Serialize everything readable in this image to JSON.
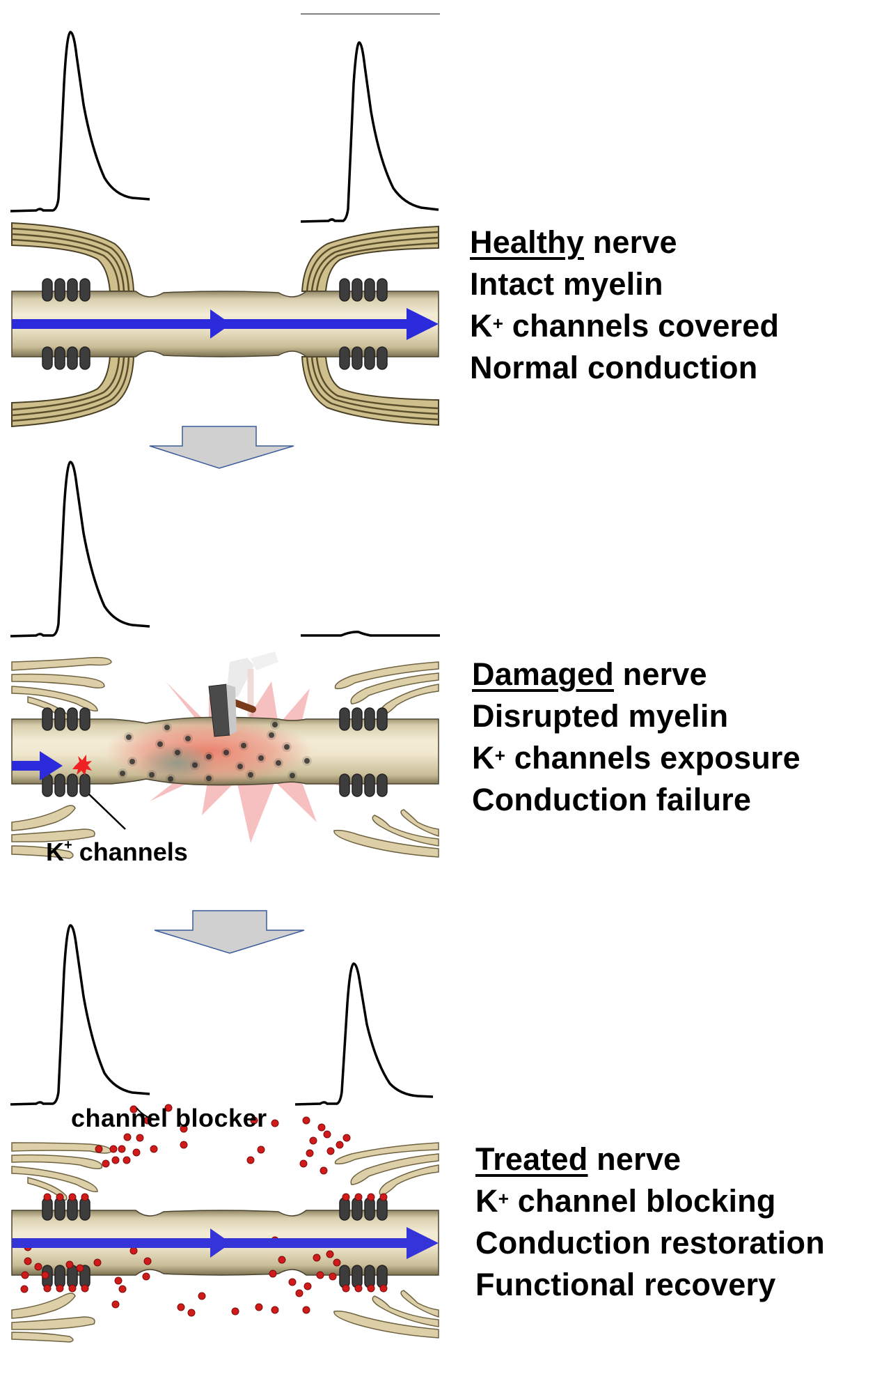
{
  "figure": {
    "panels": [
      {
        "id": "healthy",
        "heading_underlined": "Healthy",
        "heading_rest": " nerve",
        "lines": [
          {
            "prefix": "",
            "sup": "",
            "text": "Intact myelin"
          },
          {
            "prefix": "K",
            "sup": "+",
            "text": " channels covered"
          },
          {
            "prefix": "",
            "sup": "",
            "text": "Normal conduction"
          }
        ],
        "left_trace": "full action potential",
        "right_trace": "full action potential",
        "myelin_state": "intact",
        "conduction": "normal"
      },
      {
        "id": "damaged",
        "heading_underlined": "Damaged",
        "heading_rest": " nerve",
        "lines": [
          {
            "prefix": "",
            "sup": "",
            "text": "Disrupted myelin"
          },
          {
            "prefix": "K",
            "sup": "+",
            "text": " channels exposure"
          },
          {
            "prefix": "",
            "sup": "",
            "text": "Conduction failure"
          }
        ],
        "left_trace": "full action potential",
        "right_trace": "flat (no action potential)",
        "myelin_state": "disrupted",
        "conduction": "blocked",
        "callout": {
          "prefix": "K",
          "sup": "+",
          "text": " channels"
        }
      },
      {
        "id": "treated",
        "heading_underlined": "Treated",
        "heading_rest": " nerve",
        "lines": [
          {
            "prefix": "K",
            "sup": "+",
            "text": " channel blocking"
          },
          {
            "prefix": "",
            "sup": "",
            "text": "Conduction restoration"
          },
          {
            "prefix": "",
            "sup": "",
            "text": "Functional recovery"
          }
        ],
        "left_trace": "full action potential",
        "right_trace": "restored action potential (slightly smaller)",
        "myelin_state": "disrupted",
        "conduction": "restored",
        "callout": {
          "text": "channel blocker"
        }
      }
    ],
    "colors": {
      "axon": "#d8ccaa",
      "myelin": "#c8b98a",
      "myelin_dark": "#5a4e2c",
      "signal_arrow": "#2b2bdc",
      "channel": "#3b3b3b",
      "blocker": "#d11a1a",
      "damage": "#f2a0a0",
      "flow_arrow_fill": "#d0d0d0",
      "flow_arrow_stroke": "#3a5a9a"
    }
  }
}
